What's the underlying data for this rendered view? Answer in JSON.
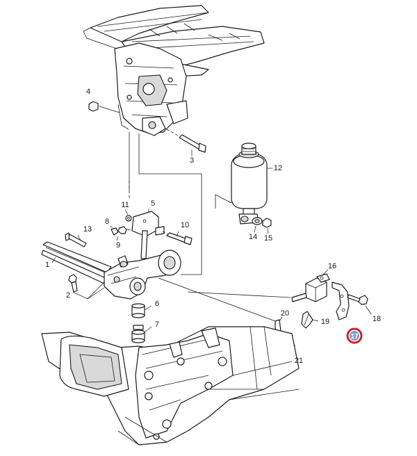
{
  "callouts": {
    "c1": "1",
    "c2": "2",
    "c3": "3",
    "c4": "4",
    "c5": "5",
    "c6": "6",
    "c7": "7",
    "c8": "8",
    "c9": "9",
    "c10": "10",
    "c11": "11",
    "c12": "12",
    "c13": "13",
    "c14": "14",
    "c15": "15",
    "c16": "16",
    "c17": "17",
    "c18": "18",
    "c19": "19",
    "c20": "20",
    "c21": "21"
  },
  "highlight": {
    "callout": "17",
    "ring_color": "#d0202a",
    "fill_color": "#7aa0cf"
  }
}
